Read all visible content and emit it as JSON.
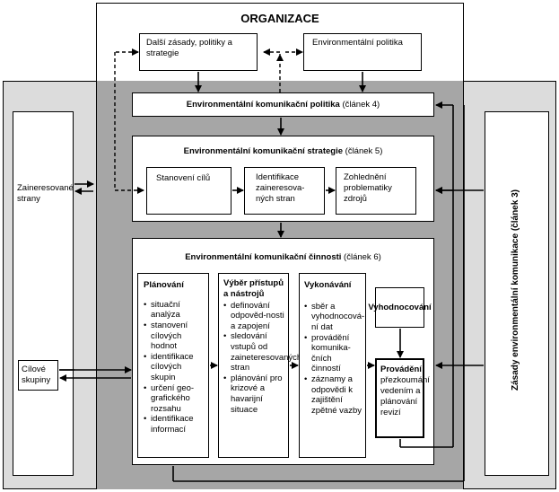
{
  "organizace": {
    "title": "ORGANIZACE"
  },
  "top_boxes": {
    "dalsi_zasady": "Další zásady, politiky a strategie",
    "env_politika": "Environmentální politika"
  },
  "policy_box": {
    "bold": "Environmentální komunikační politika",
    "normal": " (článek 4)"
  },
  "strategy_box": {
    "bold": "Environmentální komunikační strategie",
    "normal": " (článek 5)",
    "items": [
      "Stanovení cílů",
      "Identifikace zaineresova-ných stran",
      "Zohlednění problematiky zdrojů"
    ]
  },
  "activities_box": {
    "bold": "Environmentální komunikační činnosti",
    "normal": " (článek 6)",
    "planovani": {
      "title": "Plánování",
      "items": [
        "situační analýza",
        "stanovení cílových hodnot",
        "identifikace cílových skupin",
        "určení geo-grafického rozsahu",
        "identifikace informací"
      ]
    },
    "vyber": {
      "title": "Výběr přístupů a nástrojů",
      "items": [
        "definování odpověd-nosti a zapojení",
        "sledování vstupů od zaineteresovaných stran",
        "plánování pro krizové a havarijní situace"
      ]
    },
    "vykonavani": {
      "title": "Vykonávání",
      "items": [
        "sběr a vyhodnocová-ní dat",
        "provádění komunika-čních činností",
        "záznamy a odpovědi k zajištění zpětné vazby"
      ]
    },
    "vyhodnocovani": {
      "title": "Vyhodnocování"
    },
    "provadeni": {
      "title": "Provádění",
      "text": "přezkoumání vedením a plánování revizí"
    }
  },
  "left": {
    "zainteresovane": "Zaineresované strany",
    "cilove": "Cílové skupiny"
  },
  "right": {
    "zasady": "Zásady environmentální komunikace (článek 3)"
  }
}
